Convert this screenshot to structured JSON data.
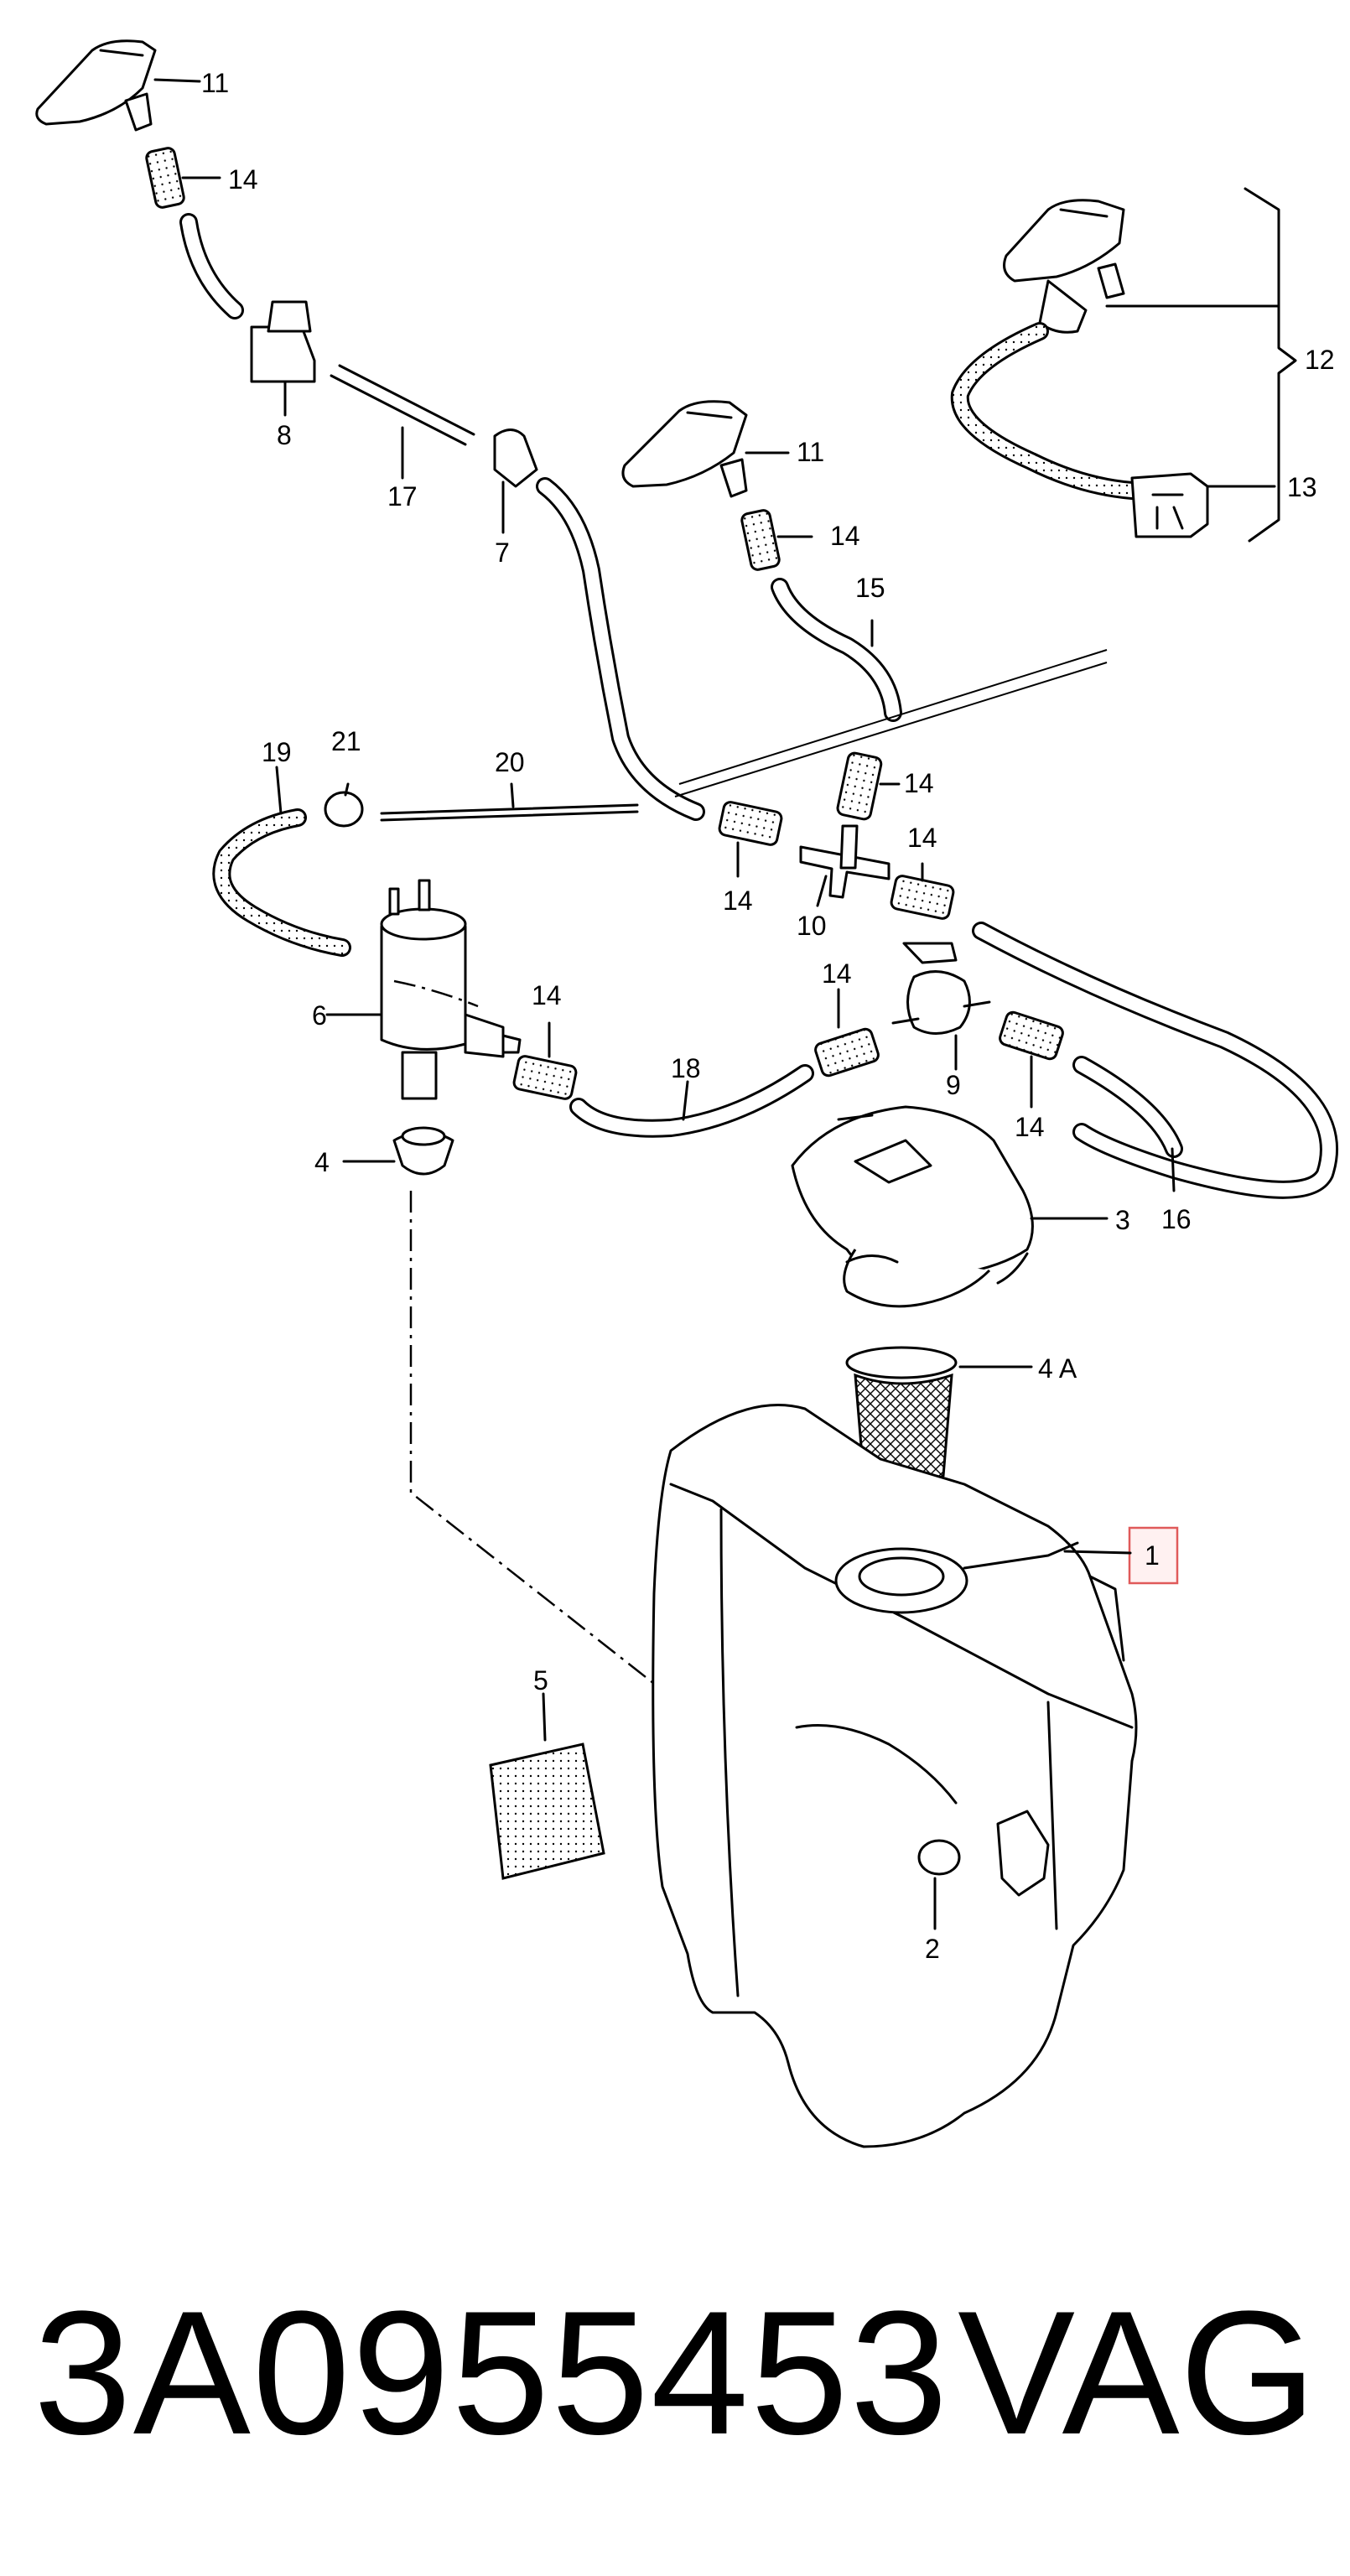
{
  "callouts": {
    "c1": "1",
    "c2": "2",
    "c3": "3",
    "c4": "4",
    "c4a": "4 A",
    "c5": "5",
    "c6": "6",
    "c7": "7",
    "c8": "8",
    "c9": "9",
    "c10": "10",
    "c11a": "11",
    "c11b": "11",
    "c12": "12",
    "c13": "13",
    "c14a": "14",
    "c14b": "14",
    "c14c": "14",
    "c14d": "14",
    "c14e": "14",
    "c14f": "14",
    "c14g": "14",
    "c14h": "14",
    "c15": "15",
    "c16": "16",
    "c17": "17",
    "c18": "18",
    "c19": "19",
    "c20": "20",
    "c21": "21"
  },
  "footer": {
    "part_number": "3A0955453",
    "brand": "VAG"
  },
  "colors": {
    "highlight_box": "#e05a5a",
    "line": "#000000"
  }
}
